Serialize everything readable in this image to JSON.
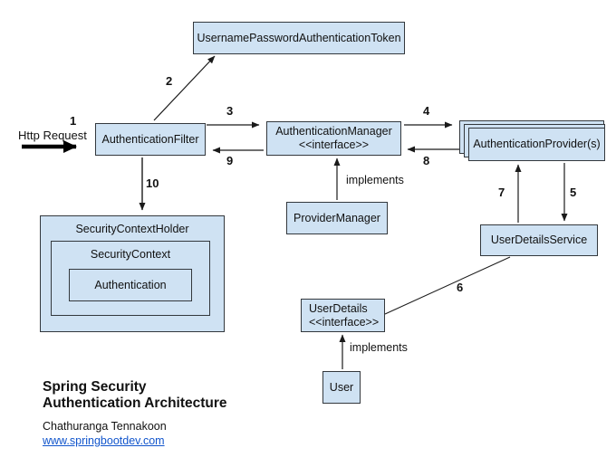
{
  "colors": {
    "box_fill": "#cfe2f3",
    "box_border": "#33383d",
    "link_color": "#1155cc",
    "arrow_color": "#1a1a1a"
  },
  "nodes": {
    "token": "UsernamePasswordAuthenticationToken",
    "filter": "AuthenticationFilter",
    "manager_line1": "AuthenticationManager",
    "manager_line2": "<<interface>>",
    "providers": "AuthenticationProvider(s)",
    "provider_manager": "ProviderManager",
    "user_details_service": "UserDetailsService",
    "security_context_holder": "SecurityContextHolder",
    "security_context": "SecurityContext",
    "authentication": "Authentication",
    "user_details_line1": "UserDetails",
    "user_details_line2": "<<interface>>",
    "user": "User"
  },
  "edge_labels": {
    "http_request": "Http Request",
    "implements_provider_manager": "implements",
    "implements_user": "implements"
  },
  "steps": [
    "1",
    "2",
    "3",
    "4",
    "5",
    "6",
    "7",
    "8",
    "9",
    "10"
  ],
  "footer": {
    "title_line1": "Spring Security",
    "title_line2": "Authentication Architecture",
    "author": "Chathuranga Tennakoon",
    "link": "www.springbootdev.com"
  }
}
